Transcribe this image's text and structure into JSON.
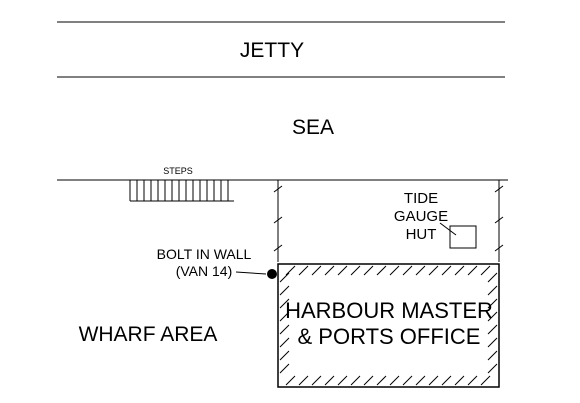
{
  "labels": {
    "jetty": "JETTY",
    "sea": "SEA",
    "steps": "STEPS",
    "tide_gauge_1": "TIDE",
    "tide_gauge_2": "GAUGE",
    "tide_gauge_3": "HUT",
    "bolt_1": "BOLT IN WALL",
    "bolt_2": "(VAN 14)",
    "office_1": "HARBOUR MASTER",
    "office_2": "& PORTS OFFICE",
    "wharf": "WHARF AREA"
  },
  "colors": {
    "ink": "#000000",
    "paper": "#ffffff"
  }
}
